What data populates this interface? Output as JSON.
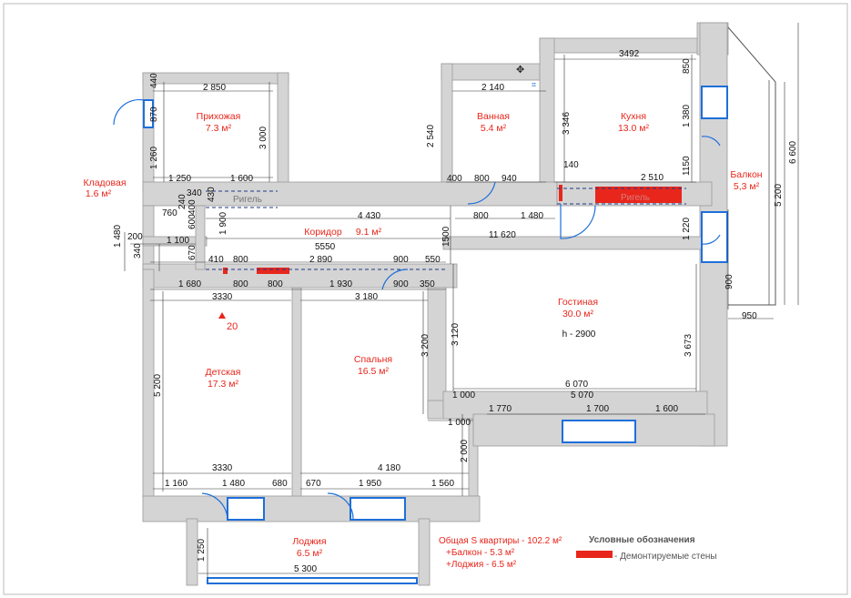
{
  "rooms": {
    "hall": {
      "name": "Прихожая",
      "area": "7.3 м²"
    },
    "bath": {
      "name": "Ванная",
      "area": "5.4 м²"
    },
    "kitchen": {
      "name": "Кухня",
      "area": "13.0 м²"
    },
    "pantry": {
      "name": "Кладовая",
      "area": "1.6 м²"
    },
    "corridor": {
      "name": "Коридор",
      "area": "9.1  м²"
    },
    "balcony": {
      "name": "Балкон",
      "area": "5,3 м²"
    },
    "living": {
      "name": "Гостиная",
      "area": "30.0 м²",
      "height": "h - 2900"
    },
    "kids": {
      "name": "Детская",
      "area": "17.3 м²"
    },
    "bedroom": {
      "name": "Спальня",
      "area": "16.5 м²"
    },
    "loggia": {
      "name": "Лоджия",
      "area": "6.5 м²"
    }
  },
  "crossbars": {
    "left": "Ригель",
    "right": "Ригель"
  },
  "marker": "20",
  "totals": {
    "total": "Общая S квартиры - 102.2 м²",
    "balcony": "+Балкон - 5.3 м²",
    "loggia": "+Лоджия - 6.5 м²"
  },
  "legend": {
    "title": "Условные обозначения",
    "item": "- Демонтируемые стены",
    "color": "#e8261b"
  },
  "colors": {
    "wall": "#d4d4d4",
    "window": "#1e6fd9",
    "demolish": "#e8261b"
  },
  "dims": {
    "d440": "440",
    "d2850": "2 850",
    "d870": "870",
    "d3000": "3 000",
    "d1260": "1 260",
    "d1250a": "1 250",
    "d1600a": "1 600",
    "d2140": "2 140",
    "d2540": "2 540",
    "d400": "400",
    "d800a": "800",
    "d940": "940",
    "d3492": "3492",
    "d850": "850",
    "d3346": "3 346",
    "d1380": "1 380",
    "d140": "140",
    "d2510": "2 510",
    "d1150": "1150",
    "d6600": "6 600",
    "d5200a": "5 200",
    "d340a": "340",
    "d240": "240",
    "d430": "430",
    "d760": "760",
    "d400b": "400",
    "d600": "600",
    "d1900": "1 900",
    "d4430": "4 430",
    "d800b": "800",
    "d1480a": "1 480",
    "d11620": "11 620",
    "d1500": "1500",
    "d1220": "1 220",
    "d1480b": "1 480",
    "d200": "200",
    "d1100": "1 100",
    "d340b": "340",
    "d670a": "670",
    "d5550": "5550",
    "d410": "410",
    "d800c": "800",
    "d2890": "2 890",
    "d900a": "900",
    "d550": "550",
    "d1680": "1 680",
    "d800d": "800",
    "d800e": "800",
    "d1930": "1 930",
    "d900b": "900",
    "d350": "350",
    "d3330a": "3330",
    "d3180": "3 180",
    "d900c": "900",
    "d950": "950",
    "d3120": "3 120",
    "d3200": "3 200",
    "d3673": "3 673",
    "d6070": "6 070",
    "d5200b": "5 200",
    "d1000a": "1 000",
    "d5070": "5 070",
    "d1770": "1 770",
    "d1700": "1 700",
    "d1600b": "1 600",
    "d1000b": "1 000",
    "d2000": "2 000",
    "d3330b": "3330",
    "d4180": "4 180",
    "d1160": "1 160",
    "d1480c": "1 480",
    "d680": "680",
    "d670b": "670",
    "d1950": "1 950",
    "d1560": "1 560",
    "d1250b": "1 250",
    "d5300": "5 300"
  }
}
